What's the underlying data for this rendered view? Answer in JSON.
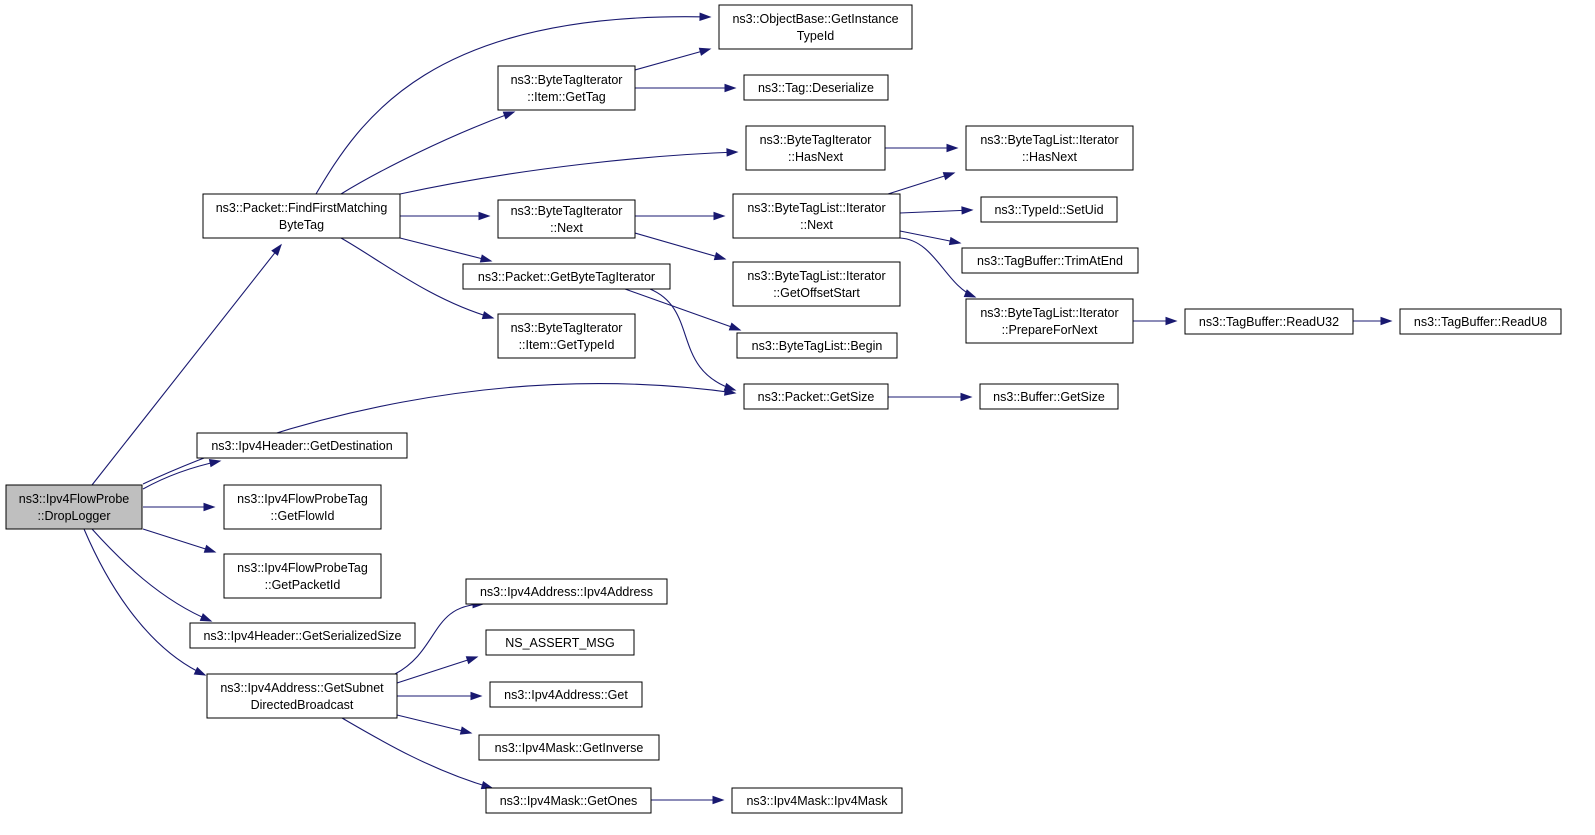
{
  "nodes": [
    {
      "id": "n0",
      "lines": [
        "ns3::Ipv4FlowProbe",
        "::DropLogger"
      ]
    },
    {
      "id": "n1",
      "lines": [
        "ns3::Packet::FindFirstMatching",
        "ByteTag"
      ]
    },
    {
      "id": "n2",
      "lines": [
        "ns3::ObjectBase::GetInstance",
        "TypeId"
      ]
    },
    {
      "id": "n3",
      "lines": [
        "ns3::ByteTagIterator",
        "::Item::GetTag"
      ]
    },
    {
      "id": "n4",
      "lines": [
        "ns3::Tag::Deserialize"
      ]
    },
    {
      "id": "n5",
      "lines": [
        "ns3::ByteTagIterator",
        "::HasNext"
      ]
    },
    {
      "id": "n6",
      "lines": [
        "ns3::ByteTagList::Iterator",
        "::HasNext"
      ]
    },
    {
      "id": "n7",
      "lines": [
        "ns3::ByteTagIterator",
        "::Next"
      ]
    },
    {
      "id": "n8",
      "lines": [
        "ns3::ByteTagList::Iterator",
        "::Next"
      ]
    },
    {
      "id": "n9",
      "lines": [
        "ns3::TypeId::SetUid"
      ]
    },
    {
      "id": "n10",
      "lines": [
        "ns3::TagBuffer::TrimAtEnd"
      ]
    },
    {
      "id": "n11",
      "lines": [
        "ns3::Packet::GetByteTagIterator"
      ]
    },
    {
      "id": "n12",
      "lines": [
        "ns3::ByteTagList::Iterator",
        "::GetOffsetStart"
      ]
    },
    {
      "id": "n13",
      "lines": [
        "ns3::ByteTagList::Iterator",
        "::PrepareForNext"
      ]
    },
    {
      "id": "n14",
      "lines": [
        "ns3::TagBuffer::ReadU32"
      ]
    },
    {
      "id": "n15",
      "lines": [
        "ns3::TagBuffer::ReadU8"
      ]
    },
    {
      "id": "n16",
      "lines": [
        "ns3::ByteTagIterator",
        "::Item::GetTypeId"
      ]
    },
    {
      "id": "n17",
      "lines": [
        "ns3::ByteTagList::Begin"
      ]
    },
    {
      "id": "n18",
      "lines": [
        "ns3::Packet::GetSize"
      ]
    },
    {
      "id": "n19",
      "lines": [
        "ns3::Buffer::GetSize"
      ]
    },
    {
      "id": "n20",
      "lines": [
        "ns3::Ipv4Header::GetDestination"
      ]
    },
    {
      "id": "n21",
      "lines": [
        "ns3::Ipv4FlowProbeTag",
        "::GetFlowId"
      ]
    },
    {
      "id": "n22",
      "lines": [
        "ns3::Ipv4FlowProbeTag",
        "::GetPacketId"
      ]
    },
    {
      "id": "n23",
      "lines": [
        "ns3::Ipv4Header::GetSerializedSize"
      ]
    },
    {
      "id": "n24",
      "lines": [
        "ns3::Ipv4Address::GetSubnet",
        "DirectedBroadcast"
      ]
    },
    {
      "id": "n25",
      "lines": [
        "ns3::Ipv4Address::Ipv4Address"
      ]
    },
    {
      "id": "n26",
      "lines": [
        "NS_ASSERT_MSG"
      ]
    },
    {
      "id": "n27",
      "lines": [
        "ns3::Ipv4Address::Get"
      ]
    },
    {
      "id": "n28",
      "lines": [
        "ns3::Ipv4Mask::GetInverse"
      ]
    },
    {
      "id": "n29",
      "lines": [
        "ns3::Ipv4Mask::GetOnes"
      ]
    },
    {
      "id": "n30",
      "lines": [
        "ns3::Ipv4Mask::Ipv4Mask"
      ]
    }
  ],
  "edges": [
    {
      "from": "n0",
      "to": "n1"
    },
    {
      "from": "n0",
      "to": "n18"
    },
    {
      "from": "n0",
      "to": "n20"
    },
    {
      "from": "n0",
      "to": "n21"
    },
    {
      "from": "n0",
      "to": "n22"
    },
    {
      "from": "n0",
      "to": "n23"
    },
    {
      "from": "n0",
      "to": "n24"
    },
    {
      "from": "n1",
      "to": "n2"
    },
    {
      "from": "n1",
      "to": "n3"
    },
    {
      "from": "n1",
      "to": "n5"
    },
    {
      "from": "n1",
      "to": "n7"
    },
    {
      "from": "n1",
      "to": "n11"
    },
    {
      "from": "n1",
      "to": "n16"
    },
    {
      "from": "n3",
      "to": "n2"
    },
    {
      "from": "n3",
      "to": "n4"
    },
    {
      "from": "n5",
      "to": "n6"
    },
    {
      "from": "n7",
      "to": "n8"
    },
    {
      "from": "n7",
      "to": "n12"
    },
    {
      "from": "n8",
      "to": "n6"
    },
    {
      "from": "n8",
      "to": "n9"
    },
    {
      "from": "n8",
      "to": "n10"
    },
    {
      "from": "n8",
      "to": "n13"
    },
    {
      "from": "n11",
      "to": "n17"
    },
    {
      "from": "n11",
      "to": "n18"
    },
    {
      "from": "n13",
      "to": "n14"
    },
    {
      "from": "n14",
      "to": "n15"
    },
    {
      "from": "n18",
      "to": "n19"
    },
    {
      "from": "n24",
      "to": "n25"
    },
    {
      "from": "n24",
      "to": "n26"
    },
    {
      "from": "n24",
      "to": "n27"
    },
    {
      "from": "n24",
      "to": "n28"
    },
    {
      "from": "n24",
      "to": "n29"
    },
    {
      "from": "n29",
      "to": "n30"
    }
  ]
}
